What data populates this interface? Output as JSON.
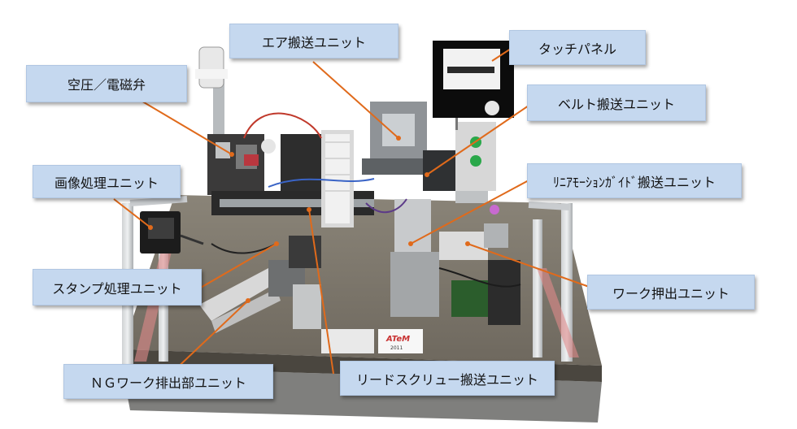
{
  "labels": {
    "air_transport": "エア搬送ユニット",
    "touch_panel": "タッチパネル",
    "pneumatic_valve": "空圧／電磁弁",
    "belt_transport": "ベルト搬送ユニット",
    "image_processing": "画像処理ユニット",
    "linear_motion_guide": "ﾘﾆｱﾓｰｼｮﾝｶﾞｲﾄﾞ搬送ユニット",
    "stamp_processing": "スタンプ処理ユニット",
    "work_push": "ワーク押出ユニット",
    "ng_work_discharge": "ＮＧワーク排出部ユニット",
    "lead_screw_transport": "リードスクリュー搬送ユニット"
  },
  "machine_plate": {
    "brand": "ATeM",
    "year": "2011"
  },
  "colors": {
    "label_fill": "#c5d8ef",
    "leader_line": "#e06a1b"
  }
}
